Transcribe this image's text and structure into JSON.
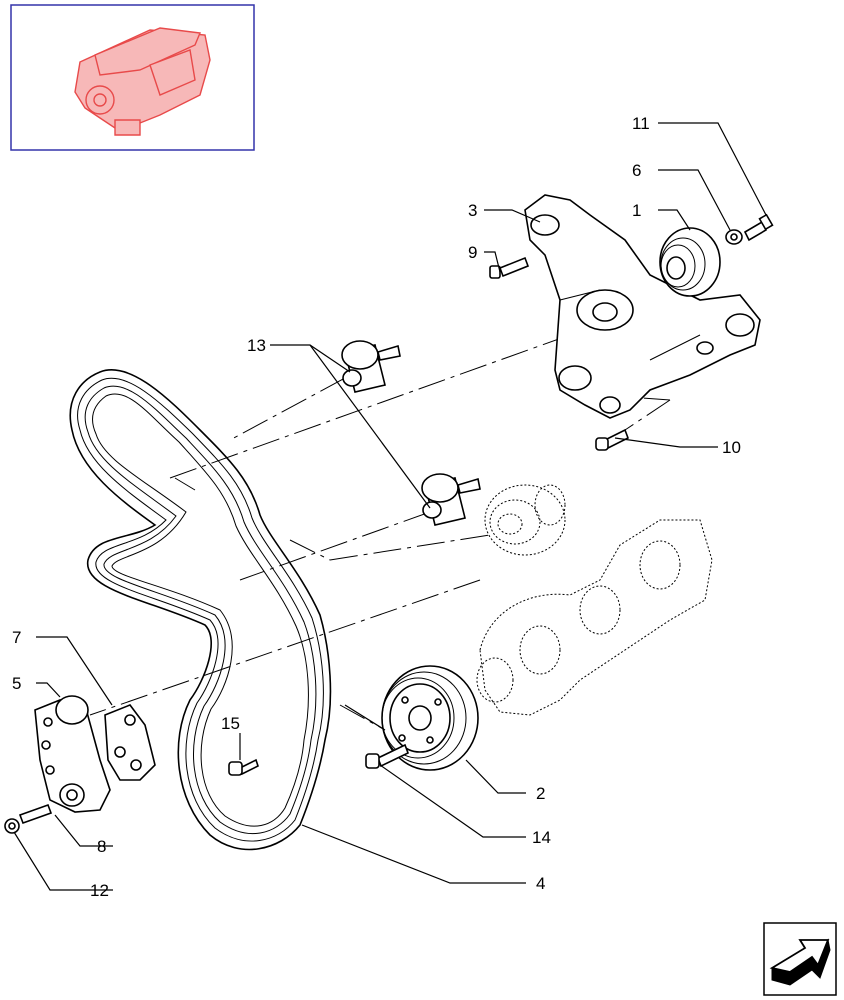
{
  "thumbnail": {
    "border_color": "#3333aa",
    "engine_color": "#e84a4a",
    "icon": "engine-thumbnail-icon"
  },
  "nav": {
    "icon": "next-page-arrow-icon"
  },
  "callouts": [
    {
      "id": "1",
      "text": "1"
    },
    {
      "id": "2",
      "text": "2"
    },
    {
      "id": "3",
      "text": "3"
    },
    {
      "id": "4",
      "text": "4"
    },
    {
      "id": "5",
      "text": "5"
    },
    {
      "id": "6",
      "text": "6"
    },
    {
      "id": "7",
      "text": "7"
    },
    {
      "id": "8",
      "text": "8"
    },
    {
      "id": "9",
      "text": "9"
    },
    {
      "id": "10",
      "text": "10"
    },
    {
      "id": "11",
      "text": "11"
    },
    {
      "id": "12",
      "text": "12"
    },
    {
      "id": "13",
      "text": "13"
    },
    {
      "id": "14",
      "text": "14"
    },
    {
      "id": "15",
      "text": "15"
    }
  ]
}
